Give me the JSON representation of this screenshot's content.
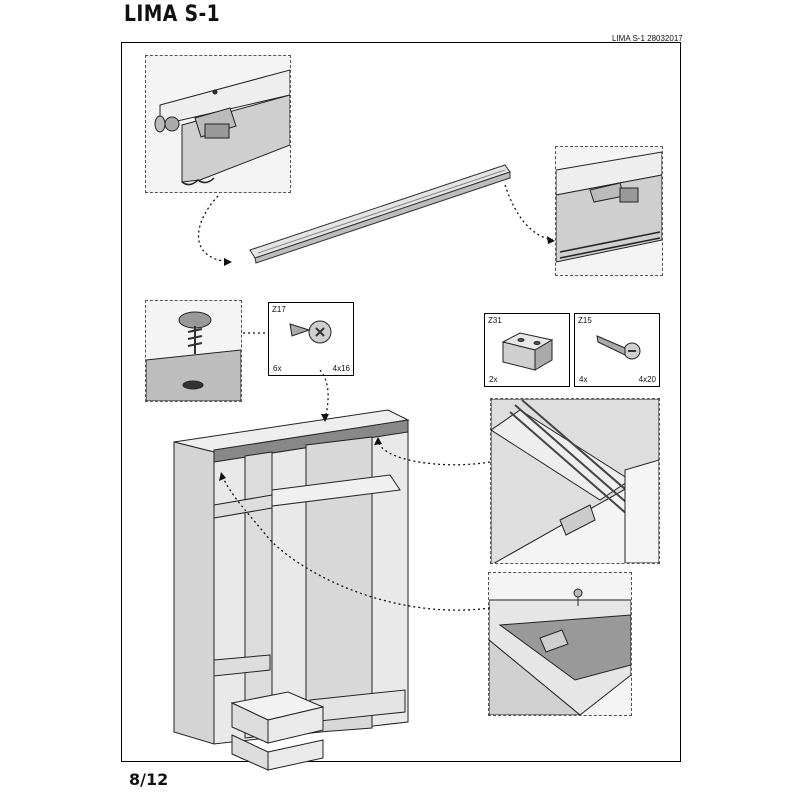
{
  "header": {
    "title": "LIMA  S-1",
    "doc_ref": "LIMA  S-1 28032017"
  },
  "footer": {
    "page_number": "8/12"
  },
  "parts": [
    {
      "code": "Z17",
      "qty": "6x",
      "size": "4x16",
      "icon": "round-head-screw-icon"
    },
    {
      "code": "Z31",
      "qty": "2x",
      "size": "",
      "icon": "plastic-block-icon"
    },
    {
      "code": "Z15",
      "qty": "4x",
      "size": "4x20",
      "icon": "wood-screw-icon"
    }
  ]
}
